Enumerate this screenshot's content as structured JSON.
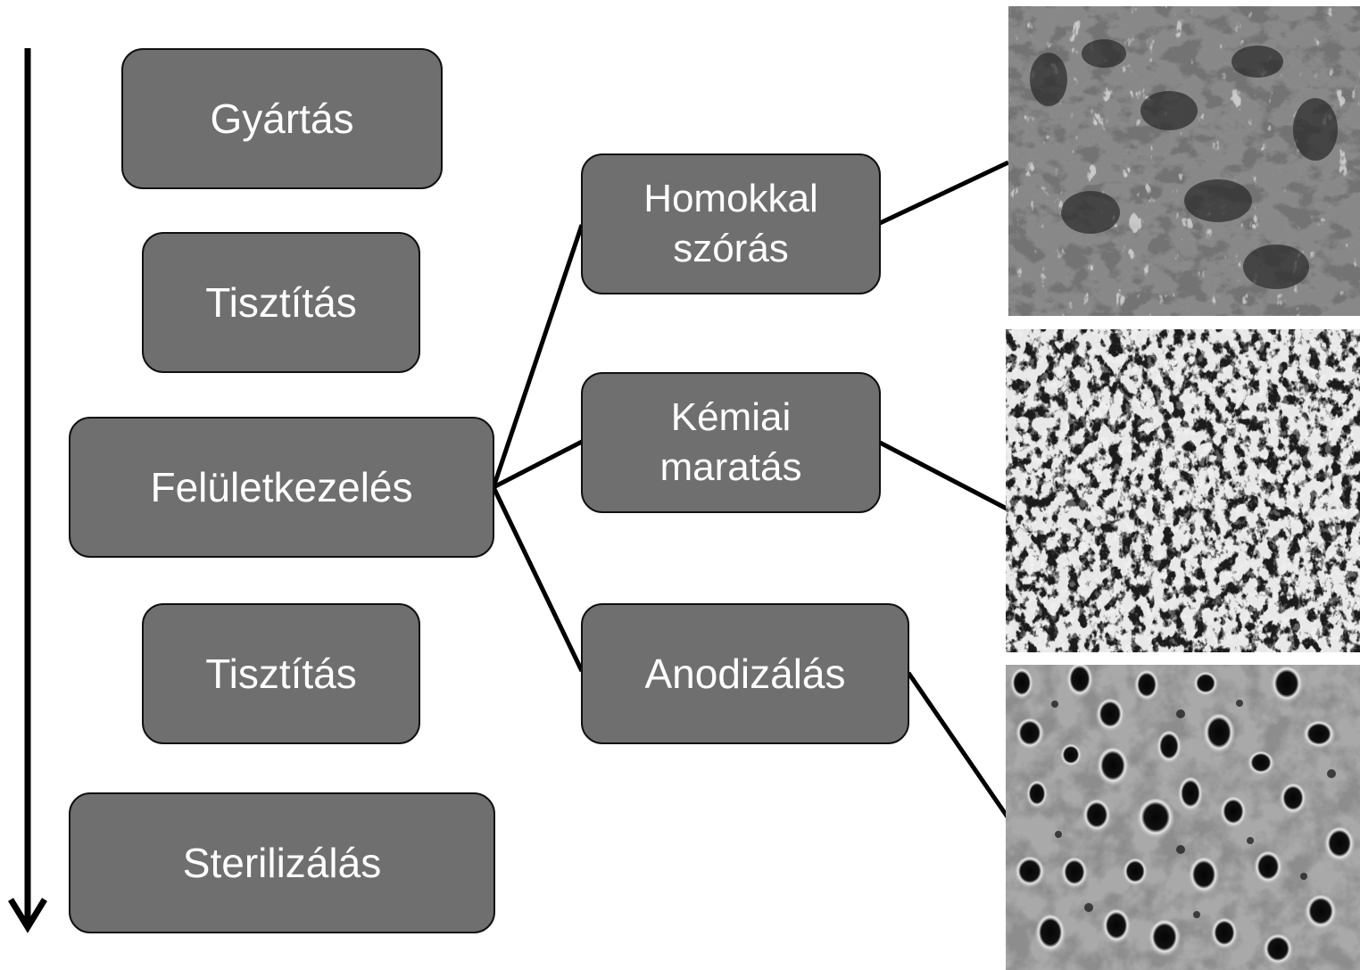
{
  "process_steps": [
    "Gyártás",
    "Tisztítás",
    "Felületkezelés",
    "Tisztítás",
    "Sterilizálás"
  ],
  "treatment_methods": [
    "Homokkal\nszórás",
    "Kémiai\nmaratás",
    "Anodizálás"
  ],
  "colors": {
    "box_fill": "#6f6f6f",
    "box_border": "#111111",
    "text": "#ffffff",
    "line": "#000000"
  },
  "images": [
    "sandblasted-surface-micrograph",
    "chemical-etched-surface-micrograph",
    "anodized-surface-micrograph"
  ]
}
